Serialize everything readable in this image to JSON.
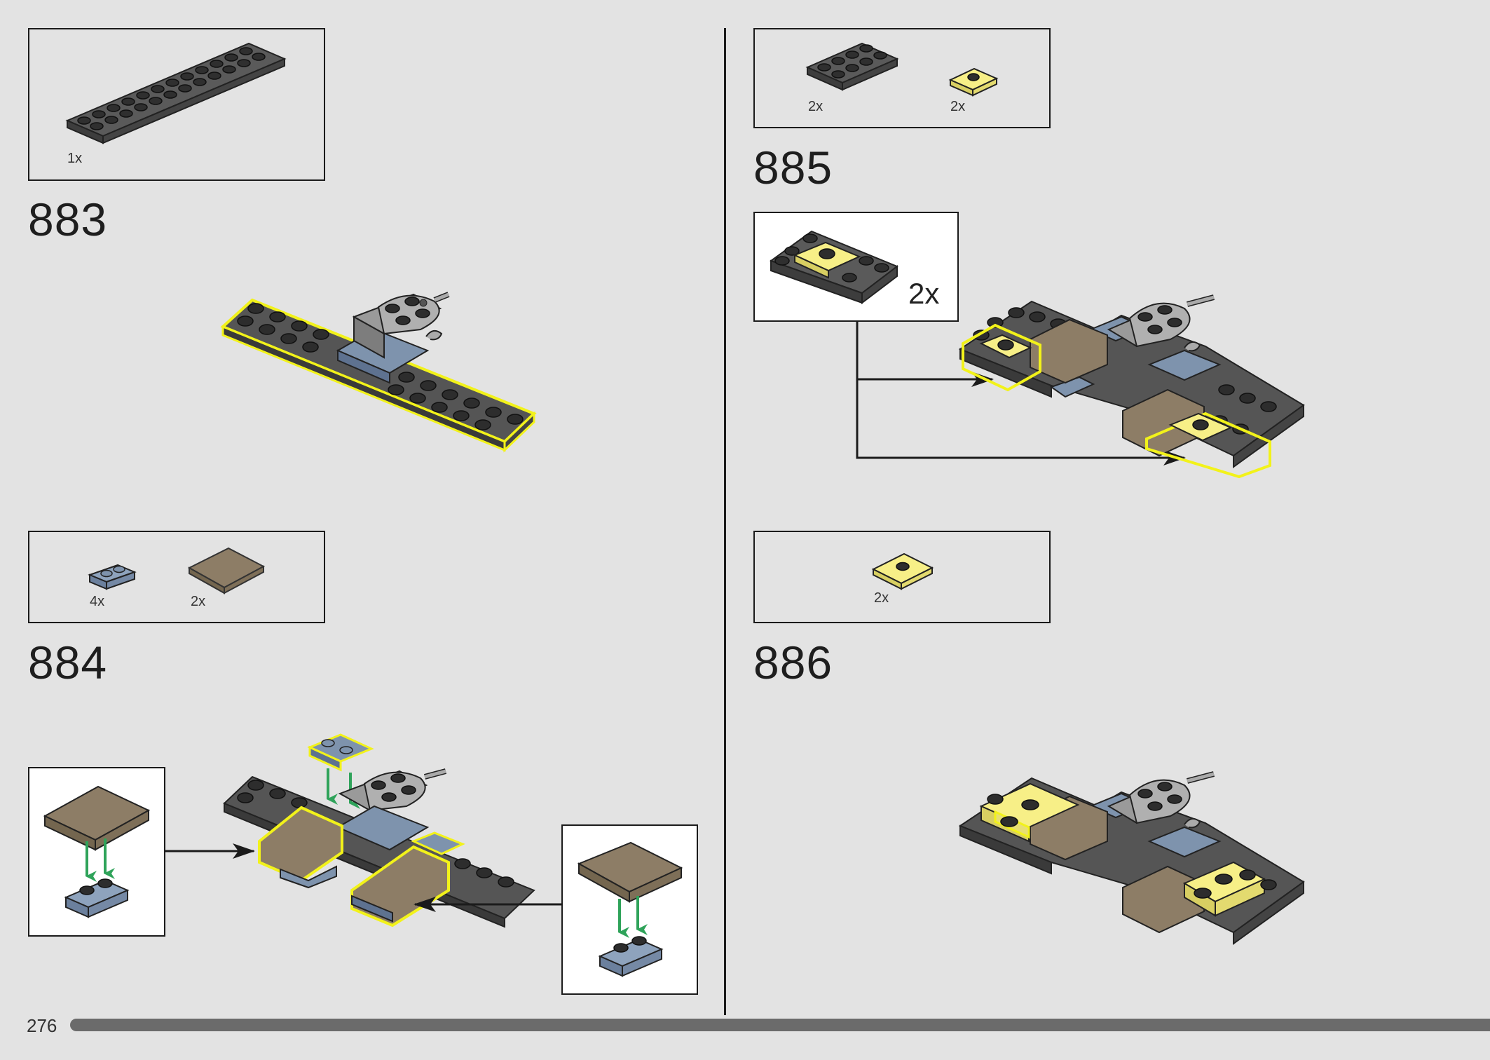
{
  "page": {
    "number": "276"
  },
  "steps": [
    {
      "number": "883",
      "parts": [
        {
          "qty": "1x",
          "icon": "dark-gray-plate-2x12"
        }
      ]
    },
    {
      "number": "884",
      "parts": [
        {
          "qty": "4x",
          "icon": "sand-blue-plate-1x2"
        },
        {
          "qty": "2x",
          "icon": "tan-tile-3x4"
        }
      ]
    },
    {
      "number": "885",
      "parts": [
        {
          "qty": "2x",
          "icon": "dark-gray-plate-2x4"
        },
        {
          "qty": "2x",
          "icon": "yellow-jumper-plate-1x2"
        }
      ],
      "callout_qty": "2x"
    },
    {
      "number": "886",
      "parts": [
        {
          "qty": "2x",
          "icon": "yellow-jumper-plate-2x2"
        }
      ]
    }
  ],
  "colors": {
    "dark_gray": "#4a4a4a",
    "sand_blue": "#7e93ad",
    "tan": "#8d7d66",
    "yellow": "#f7ef87",
    "highlight": "#f2f21a",
    "arrow_green": "#2fa35a",
    "progress_bar": "#6b6b6b"
  }
}
